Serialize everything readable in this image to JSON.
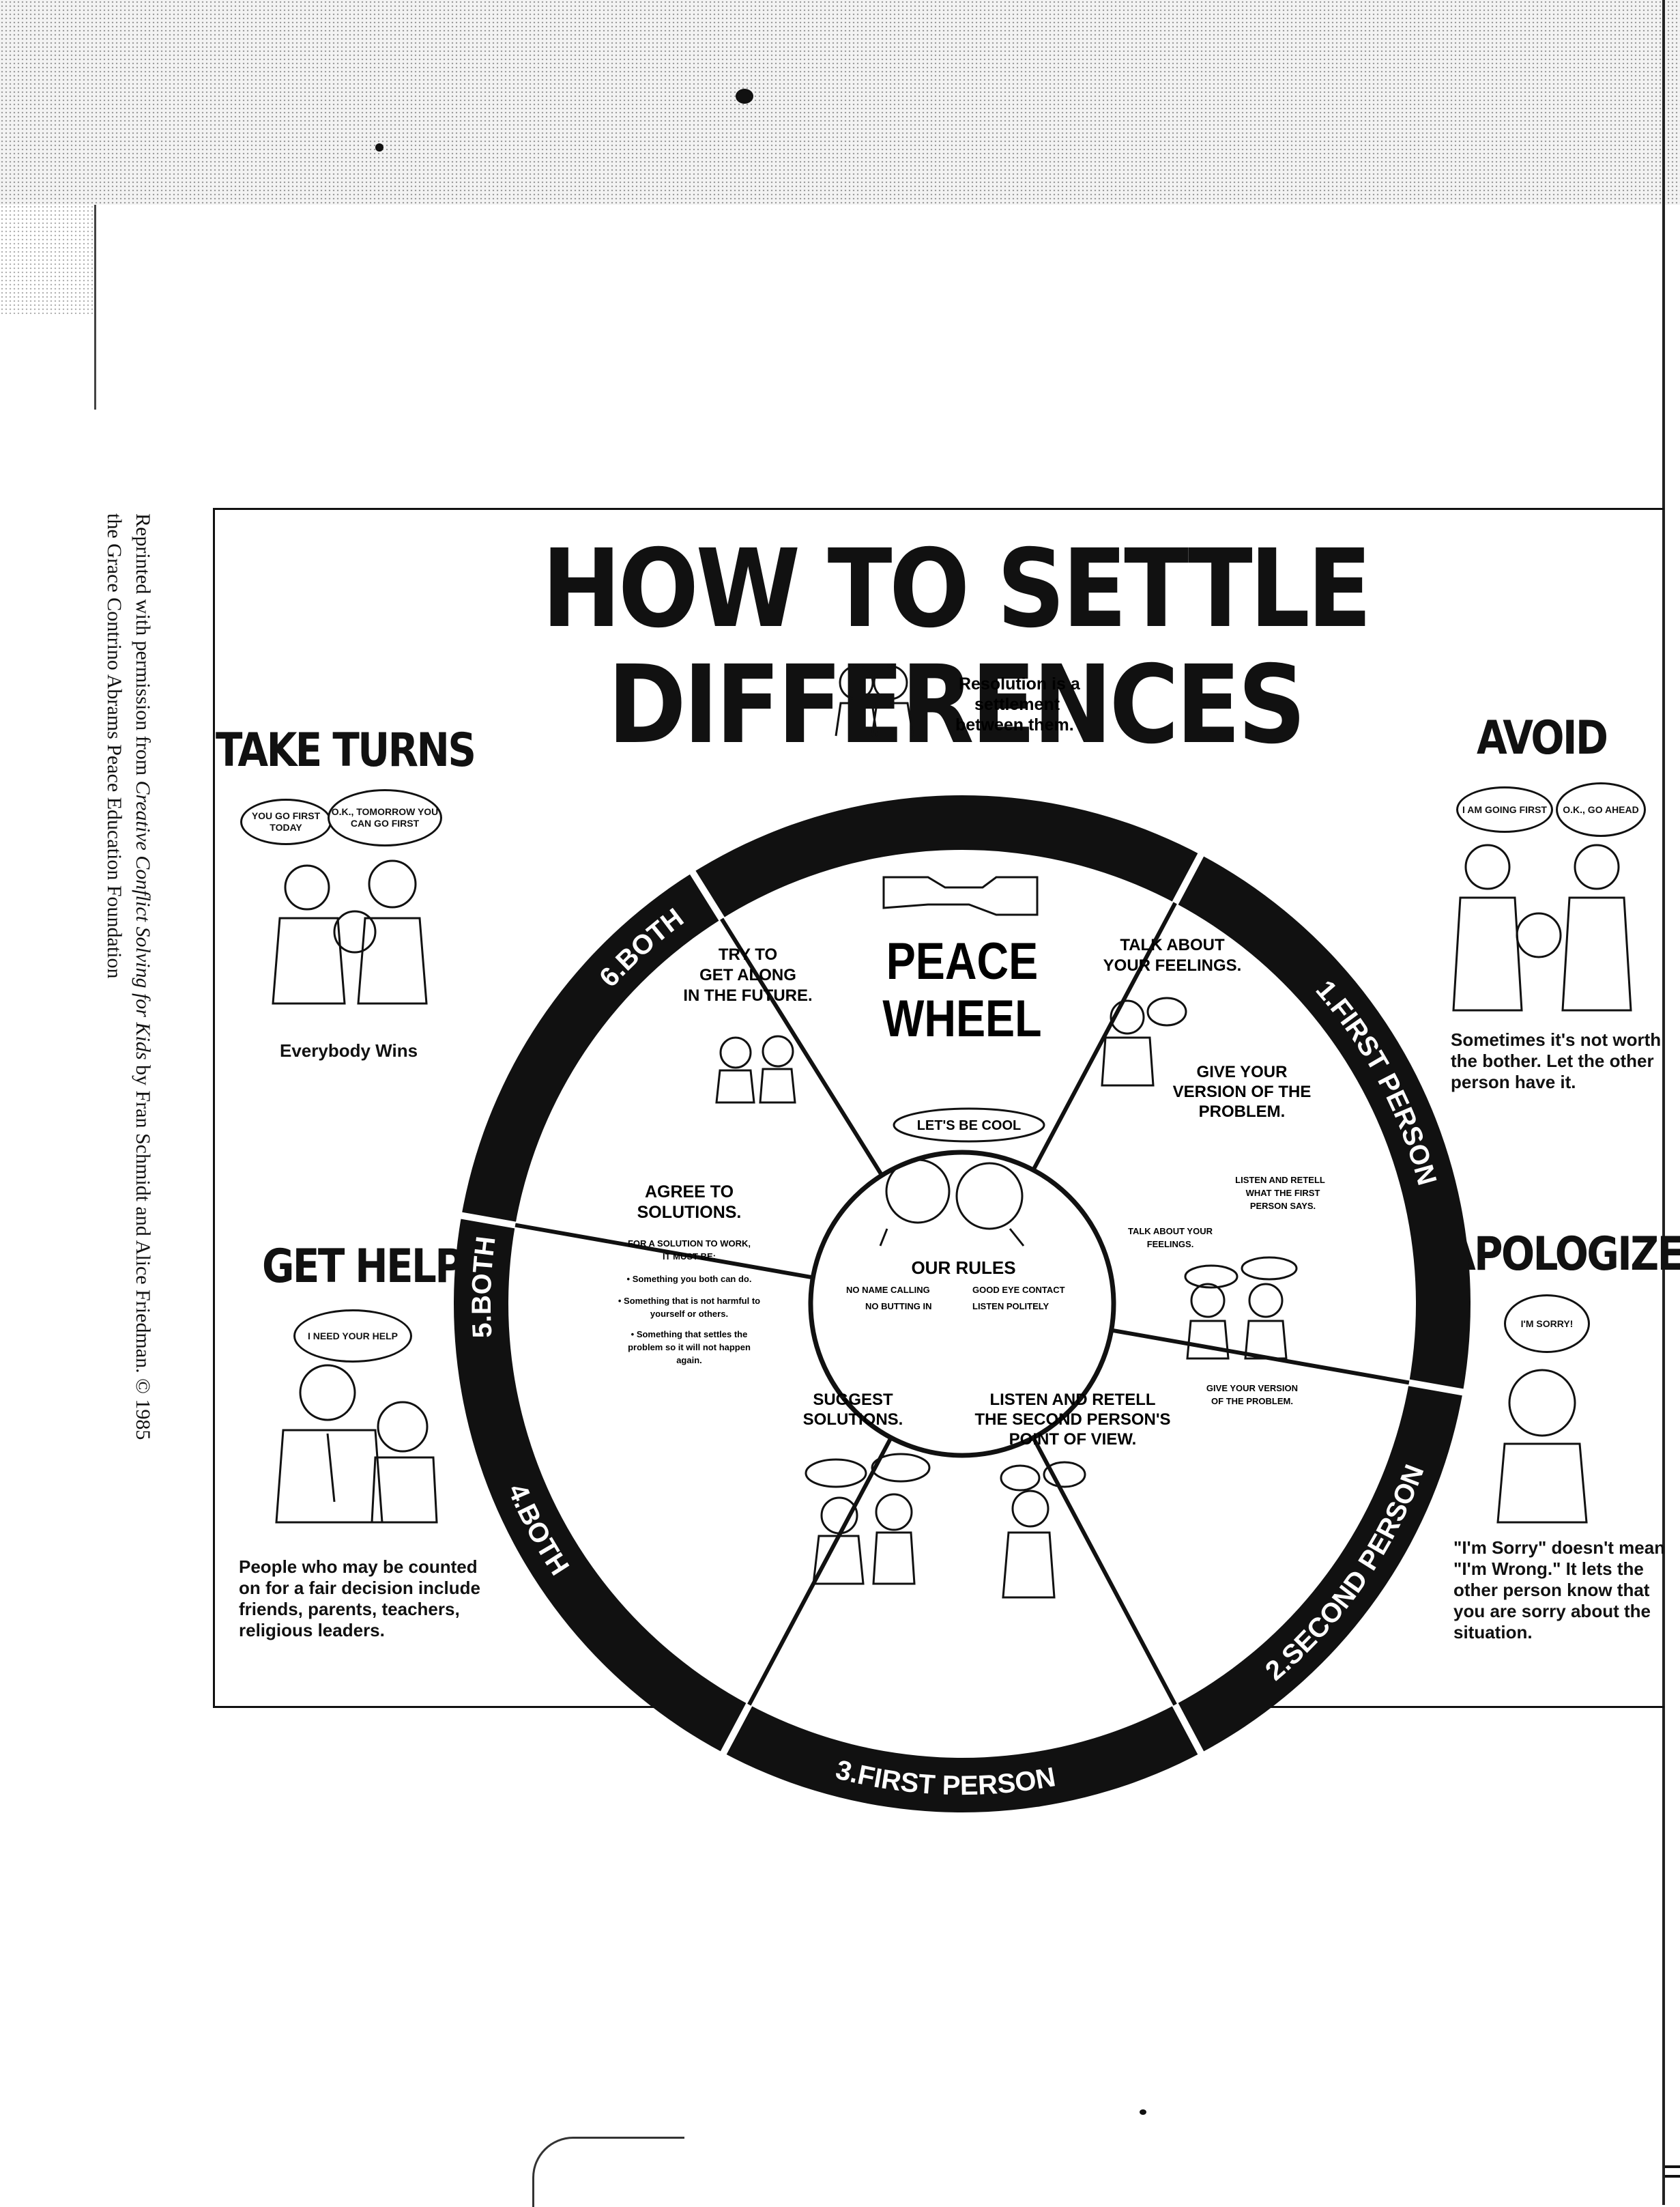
{
  "title": "HOW TO SETTLE DIFFERENCES",
  "credit": {
    "line1_pre": "Reprinted with permission from ",
    "line1_book": "Creative Conflict Solving for Kids",
    "line1_post": " by Fran Schmidt and Alice Friedman. © 1985",
    "line2": "the Grace Contrino Abrams Peace Education Foundation"
  },
  "resolution_note": {
    "line1": "Resolution is a",
    "line2": "settlement",
    "line3": "between them."
  },
  "take_turns": {
    "heading": "TAKE TURNS",
    "bubble_a": "YOU GO FIRST TODAY",
    "bubble_b": "O.K., TOMORROW YOU CAN GO FIRST",
    "caption": "Everybody Wins"
  },
  "avoid": {
    "heading": "AVOID",
    "bubble_a": "I AM GOING FIRST",
    "bubble_b": "O.K., GO AHEAD",
    "caption": [
      "Sometimes it's not worth",
      "the bother. Let the other",
      "person have it."
    ]
  },
  "get_help": {
    "heading": "GET HELP",
    "bubble": "I NEED YOUR HELP",
    "caption": [
      "People who may be counted",
      "on for a fair decision include",
      "friends, parents, teachers,",
      "religious leaders."
    ]
  },
  "apologize": {
    "heading": "APOLOGIZE",
    "bubble": "I'M SORRY!",
    "caption": [
      "\"I'm Sorry\" doesn't mean",
      "\"I'm Wrong.\" It lets the",
      "other person know that",
      "you are sorry about the",
      "situation."
    ]
  },
  "wheel": {
    "top_text": {
      "line1": "PEACE",
      "line2": "WHEEL"
    },
    "center_bubble": "LET'S BE COOL",
    "rules_title": "OUR RULES",
    "rules": [
      "NO NAME CALLING",
      "GOOD EYE CONTACT",
      "NO BUTTING IN",
      "LISTEN POLITELY"
    ],
    "ring_labels": [
      "1.FIRST PERSON",
      "2.SECOND PERSON",
      "3.FIRST PERSON",
      "4.BOTH",
      "5.BOTH",
      "6.BOTH"
    ],
    "seg_first": {
      "line1": "TALK ABOUT",
      "line2": "YOUR FEELINGS.",
      "line3": "GIVE YOUR",
      "line4": "VERSION OF THE",
      "line5": "PROBLEM."
    },
    "seg_second": {
      "line1": "LISTEN AND RETELL",
      "line2": "WHAT THE FIRST",
      "line3": "PERSON SAYS.",
      "line4": "TALK ABOUT YOUR",
      "line5": "FEELINGS.",
      "line6": "GIVE YOUR VERSION",
      "line7": "OF THE PROBLEM."
    },
    "seg_third": {
      "line1": "LISTEN AND RETELL",
      "line2": "THE SECOND PERSON'S",
      "line3": "POINT OF VIEW."
    },
    "seg_suggest": {
      "line1": "SUGGEST",
      "line2": "SOLUTIONS."
    },
    "seg_agree": {
      "line1": "AGREE TO",
      "line2": "SOLUTIONS.",
      "sub1": "FOR A SOLUTION TO WORK,",
      "sub2": "IT MUST BE:",
      "b1": "• Something you both can do.",
      "b2a": "• Something that is not harmful to",
      "b2b": "yourself or others.",
      "b3a": "• Something that settles the",
      "b3b": "problem so it will not happen",
      "b3c": "again."
    },
    "seg_future": {
      "line1": "TRY TO",
      "line2": "GET ALONG",
      "line3": "IN THE FUTURE."
    }
  }
}
